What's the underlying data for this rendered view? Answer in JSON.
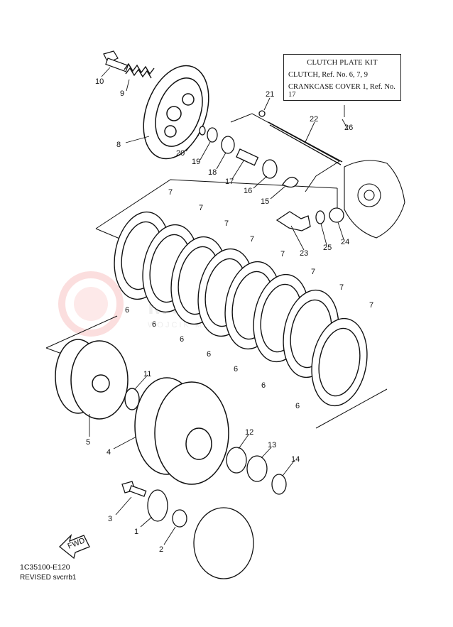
{
  "kit_box": {
    "title": "CLUTCH PLATE KIT",
    "line1": "CLUTCH, Ref. No. 6, 7, 9",
    "line2": "CRANKCASE COVER 1, Ref. No. 17"
  },
  "diagram_code": "1C35100-E120",
  "revised": "REVISED svcrrb1",
  "fwd_label": "FWD",
  "watermark": {
    "text": "MOTO  SHOP.PL",
    "sub": "WOJCIK  MOTOCYKLE  YAMAHA"
  },
  "callouts": [
    "10",
    "9",
    "8",
    "20",
    "19",
    "18",
    "17",
    "16",
    "15",
    "21",
    "22",
    "26",
    "23",
    "25",
    "24",
    "7",
    "6",
    "11",
    "5",
    "4",
    "12",
    "13",
    "14",
    "3",
    "1",
    "2"
  ]
}
